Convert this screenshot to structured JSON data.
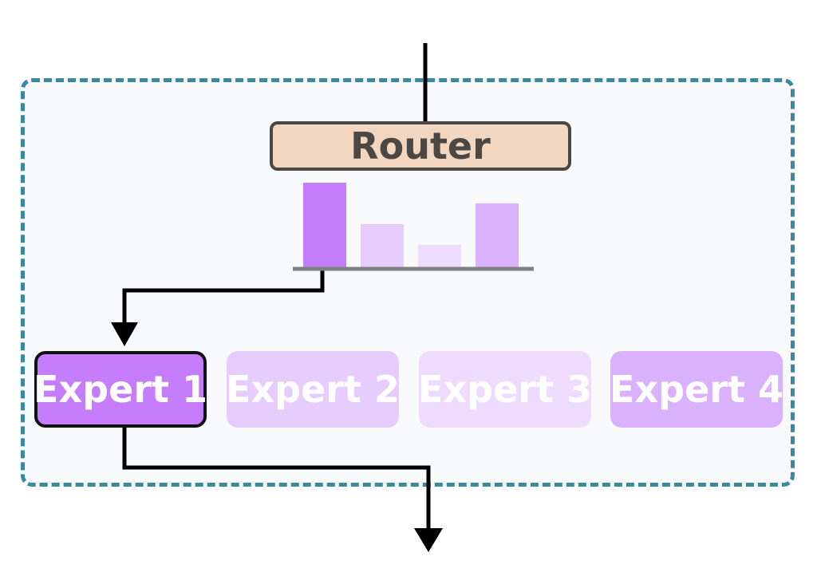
{
  "router": {
    "label": "Router",
    "fill": "#f3d6bf",
    "border": "#4a4745"
  },
  "experts": [
    {
      "label": "Expert 1",
      "fill": "#c57dfb",
      "selected": true
    },
    {
      "label": "Expert 2",
      "fill": "#e6cdfd",
      "selected": false
    },
    {
      "label": "Expert 3",
      "fill": "#eedcfe",
      "selected": false
    },
    {
      "label": "Expert 4",
      "fill": "#dab1fd",
      "selected": false
    }
  ],
  "gate_scores": {
    "values": [
      1.0,
      0.52,
      0.28,
      0.76
    ],
    "colors": [
      "#c57dfb",
      "#e6cdfd",
      "#eedcfe",
      "#dab1fd"
    ]
  },
  "colors": {
    "frame": "#3a89a1",
    "arrow": "#000000",
    "axis": "#808080"
  }
}
